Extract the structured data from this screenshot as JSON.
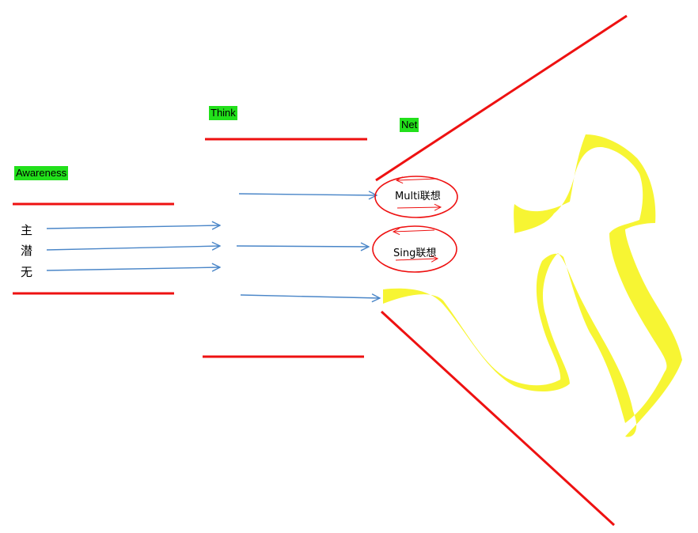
{
  "labels": {
    "awareness": "Awareness",
    "think": "Think",
    "net": "Net"
  },
  "levels": [
    "主",
    "潜",
    "无"
  ],
  "ellipses": {
    "multi": "Multi联想",
    "sing": "Sing联想"
  },
  "colors": {
    "highlight": "#22e01b",
    "red_line": "#ee1111",
    "arrow_blue": "#4a86c8",
    "yellow_band": "#f7f533"
  }
}
